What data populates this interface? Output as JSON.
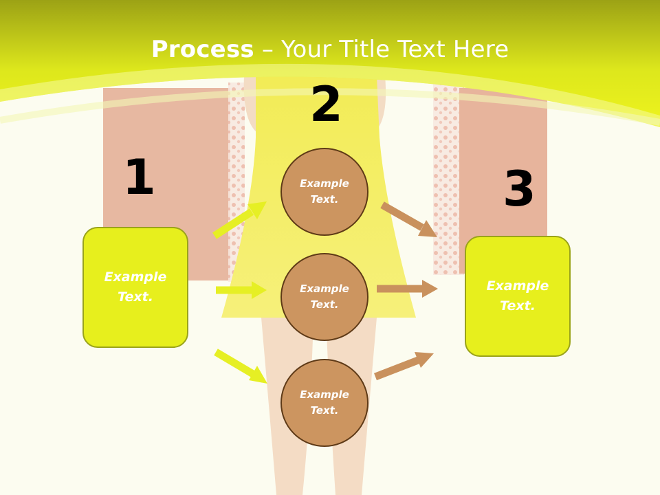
{
  "slide": {
    "title_bold": "Process",
    "title_rest": " – Your Title Text Here"
  },
  "steps": {
    "one": "1",
    "two": "2",
    "three": "3"
  },
  "left_box": {
    "text": "Example\nText."
  },
  "circles": [
    {
      "text": "Example\nText."
    },
    {
      "text": "Example\nText."
    },
    {
      "text": "Example\nText."
    }
  ],
  "right_box": {
    "text": "Example\nText."
  },
  "colors": {
    "header": "#e9ef18",
    "box_fill": "#e7ef1d",
    "circle_fill": "#cc9560",
    "yellow_arrow": "#e6ef24",
    "brown_arrow": "#c9915d"
  }
}
